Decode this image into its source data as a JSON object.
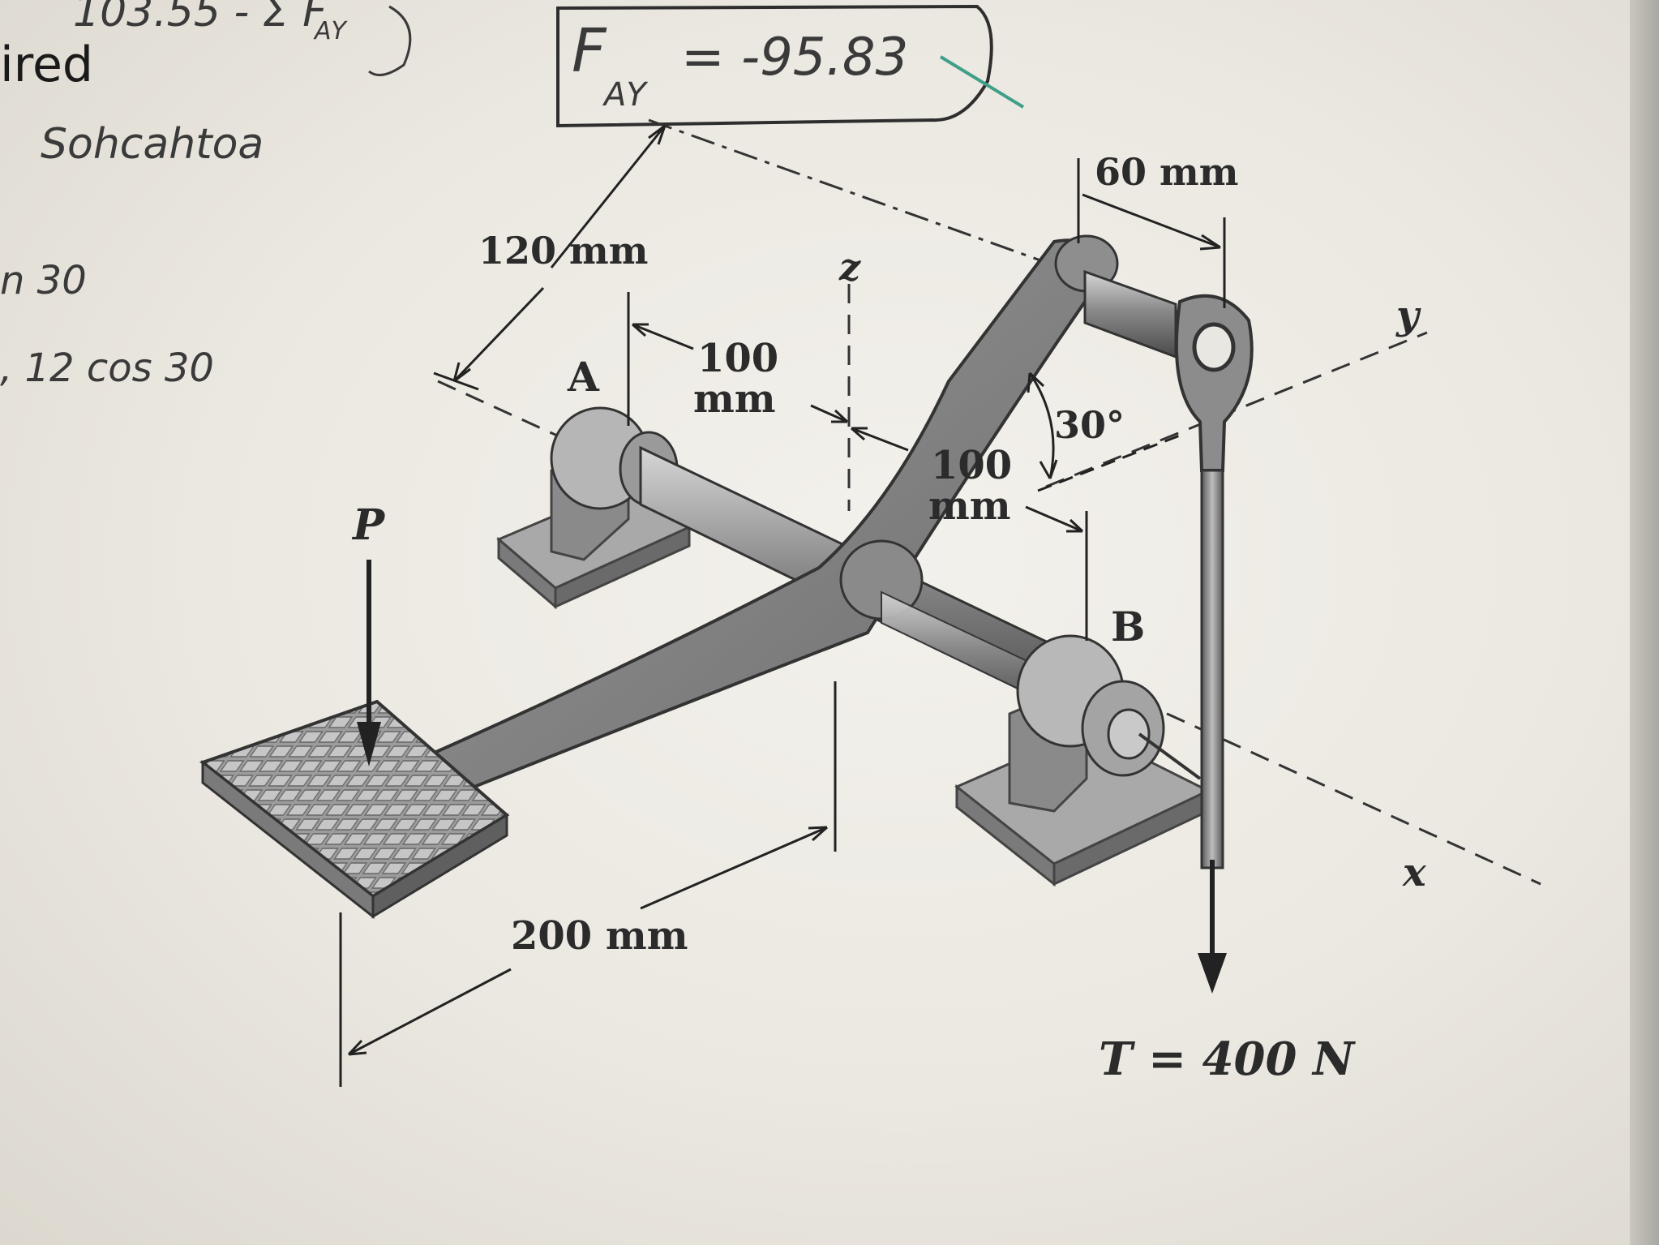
{
  "book_fragment": {
    "visible_word": "ired"
  },
  "handwriting": {
    "top_fragment": "103.55 - Σ F",
    "top_subscript": "AY",
    "answer_symbol": "F",
    "answer_subscript": "AY",
    "answer_value": "= -95.83",
    "note_sohcahtoa": "Sohcahtoa",
    "note_n30": "n 30",
    "note_12cos30": ", 12 cos 30"
  },
  "figure": {
    "dim_120": "120 mm",
    "dim_60": "60 mm",
    "dim_100_top_a": "100",
    "dim_100_top_b": "mm",
    "dim_100_mid_a": "100",
    "dim_100_mid_b": "mm",
    "dim_200": "200 mm",
    "angle": "30°",
    "axis_z": "z",
    "axis_y": "y",
    "axis_x": "x",
    "point_a": "A",
    "point_b": "B",
    "force_p": "P",
    "tension": "T = 400 N"
  }
}
